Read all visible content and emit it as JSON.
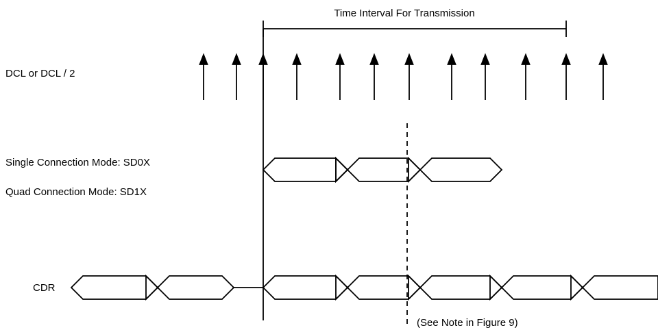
{
  "labels": {
    "interval": "Time Interval For Transmission",
    "clock": "DCL or DCL /  2",
    "single_mode": "Single Connection Mode:  SD0X",
    "quad_mode": "Quad Connection Mode:  SD1X",
    "cdr": "CDR",
    "note": "(See Note in Figure 9)"
  },
  "colors": {
    "ink": "#000000",
    "background": "#ffffff"
  }
}
